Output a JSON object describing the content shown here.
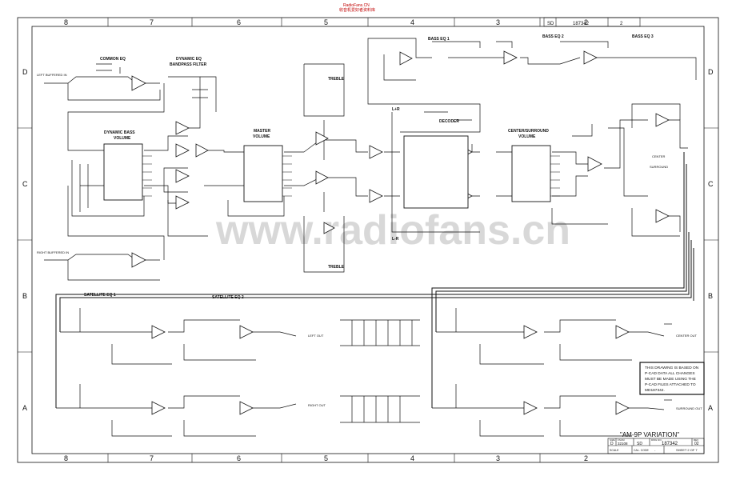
{
  "header_watermark": [
    "RadioFans.CN",
    "收音机爱好者资料库"
  ],
  "watermark": "www.radiofans.cn",
  "zones": {
    "top": [
      "8",
      "7",
      "6",
      "5",
      "4",
      "3",
      "2"
    ],
    "bottom": [
      "8",
      "7",
      "6",
      "5",
      "4",
      "3",
      "2"
    ],
    "left": [
      "D",
      "C",
      "B",
      "A"
    ],
    "right": [
      "D",
      "C",
      "B",
      "A"
    ]
  },
  "top_title_block": {
    "size": "SD",
    "doc_no": "187342",
    "rev": "2"
  },
  "blocks": {
    "common_eq": "COMMON EQ",
    "dynamic_eq": "DYNAMIC EQ",
    "bandpass_filter": "BANDPASS FILTER",
    "dynamic_bass": "DYNAMIC BASS",
    "volume_1": "VOLUME",
    "master": "MASTER",
    "volume_2": "VOLUME",
    "treble_1": "TREBLE",
    "treble_2": "TREBLE",
    "bass_eq_1": "BASS EQ 1",
    "bass_eq_2": "BASS EQ 2",
    "bass_eq_3": "BASS EQ 3",
    "decoder": "DECODER",
    "center_surround": "CENTER/SURROUND",
    "volume_3": "VOLUME",
    "satellite_eq_1": "SATELLITE EQ 1",
    "satellite_eq_2": "SATELLITE EQ 2",
    "center_lbl": "CENTER",
    "surround_lbl": "SURROUND",
    "l_r": "L+R",
    "l_minus_r": "L-R"
  },
  "inputs": {
    "left": "LEFT BUFFERED IN",
    "right": "RIGHT BUFFERED IN"
  },
  "outputs": {
    "left_out": "LEFT OUT",
    "right_out": "RIGHT OUT",
    "center_out": "CENTER OUT",
    "surround_out": "SURROUND OUT"
  },
  "note": [
    "THIS DRAWING IS BASED ON",
    "P-CAD DATA ALL CHANGES",
    "MUST BE MADE USING THE",
    "P-CAD FILES ATTACHED TO",
    "MD187342."
  ],
  "variation": "\"AM-9P VARIATION\"",
  "title_block": {
    "size": "D",
    "fscm": "32108",
    "dwg_size": "SD",
    "dwg_no": "187342",
    "rev": "02",
    "scale_label": "SCALE",
    "cal_code_label": "CAL. CODE",
    "cal_code": "-",
    "sheet": "SHEET 2 OF 7",
    "fscm_label": "FSCM",
    "size_label": "SIZE",
    "dwg_label": "DWG NO.",
    "rev_label": "REV"
  }
}
